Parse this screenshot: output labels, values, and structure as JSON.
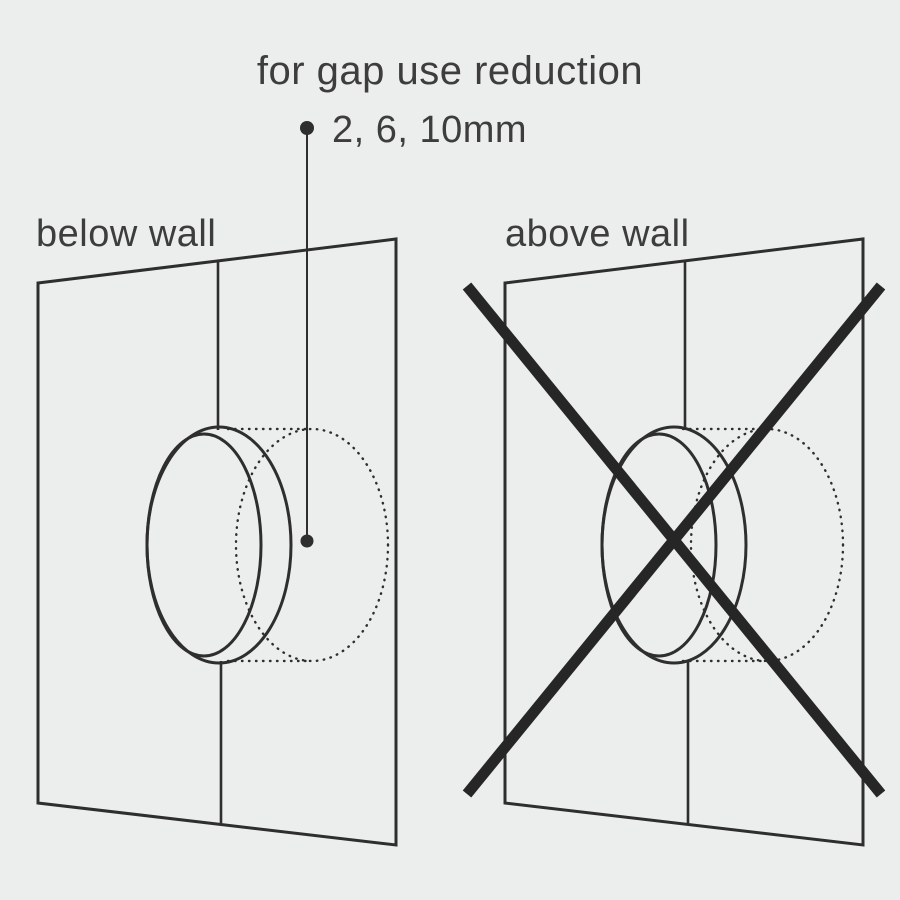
{
  "scene": {
    "background_color": "#ECEDED",
    "line_color": "#2E2E2E",
    "text_color": "#3D3D3D",
    "cross_color": "#262626"
  },
  "annotation": {
    "title": "for gap use reduction",
    "measurement": "2, 6, 10mm"
  },
  "left_diagram": {
    "label": "below wall",
    "status": "correct"
  },
  "right_diagram": {
    "label": "above wall",
    "status": "prohibited"
  }
}
